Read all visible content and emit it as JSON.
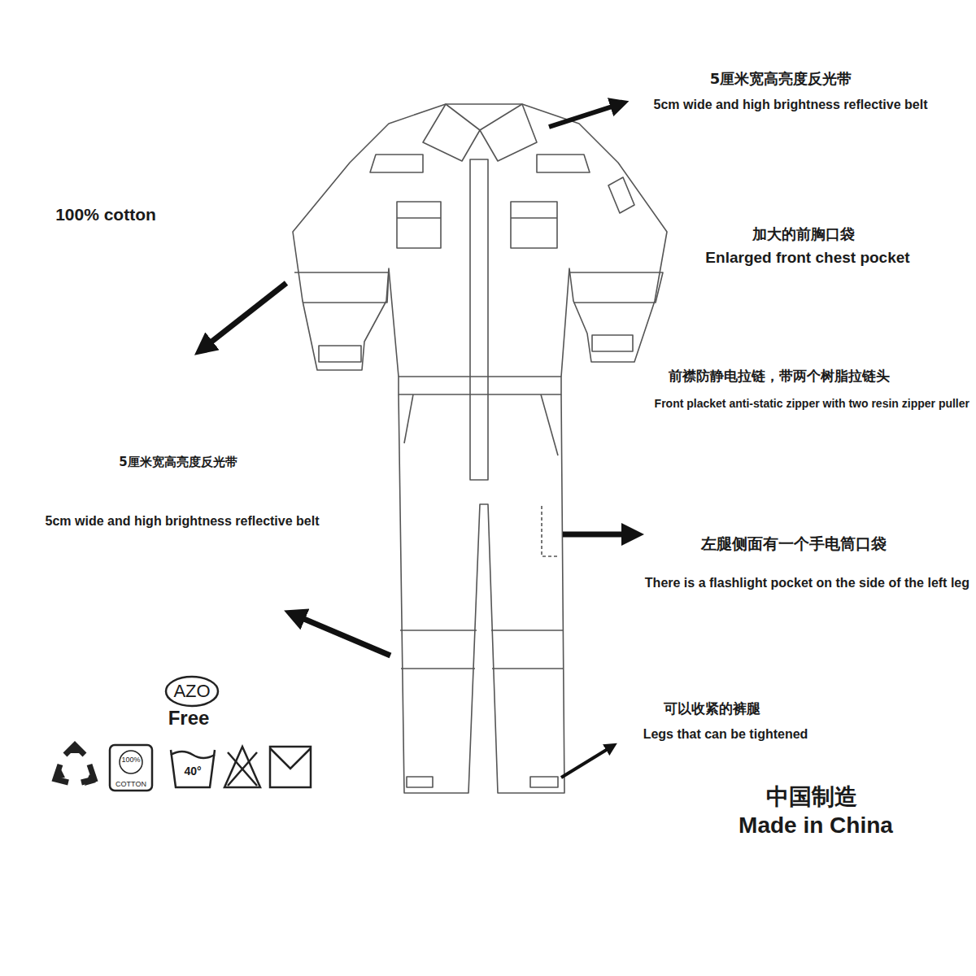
{
  "diagram": {
    "labels": [
      "5厘米宽高亮度反光带",
      "5cm wide and high brightness reflective belt",
      "100% cotton",
      "加大的前胸口袋",
      "Enlarged front chest pocket",
      "前襟防静电拉链，带两个树脂拉链头",
      "Front placket anti-static zipper with two resin zipper puller",
      "5厘米宽高亮度反光带",
      "5cm wide and high brightness reflective belt",
      "左腿侧面有一个手电筒口袋",
      "There is a flashlight pocket on the side of the left leg",
      "AZO",
      "Free",
      "可以收紧的裤腿",
      "Legs that can be tightened",
      "100%",
      "COTTON",
      "40°",
      "中国制造",
      "Made in China"
    ]
  }
}
